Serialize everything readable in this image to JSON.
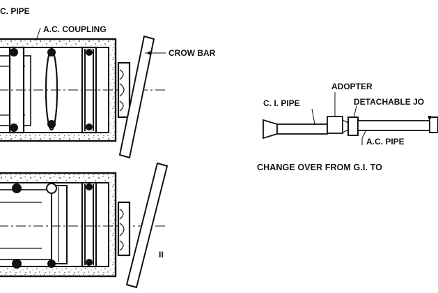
{
  "labels": {
    "ci_pipe_top": "C. PIPE",
    "ac_coupling": "A.C. COUPLING",
    "crow_bar": "CROW BAR",
    "adopter": "ADOPTER",
    "ci_pipe": "C. I. PIPE",
    "detachable_joint": "DETACHABLE JO",
    "ac_pipe": "A.C. PIPE",
    "roman_two": "II"
  },
  "caption": "CHANGE OVER FROM G.I. TO"
}
